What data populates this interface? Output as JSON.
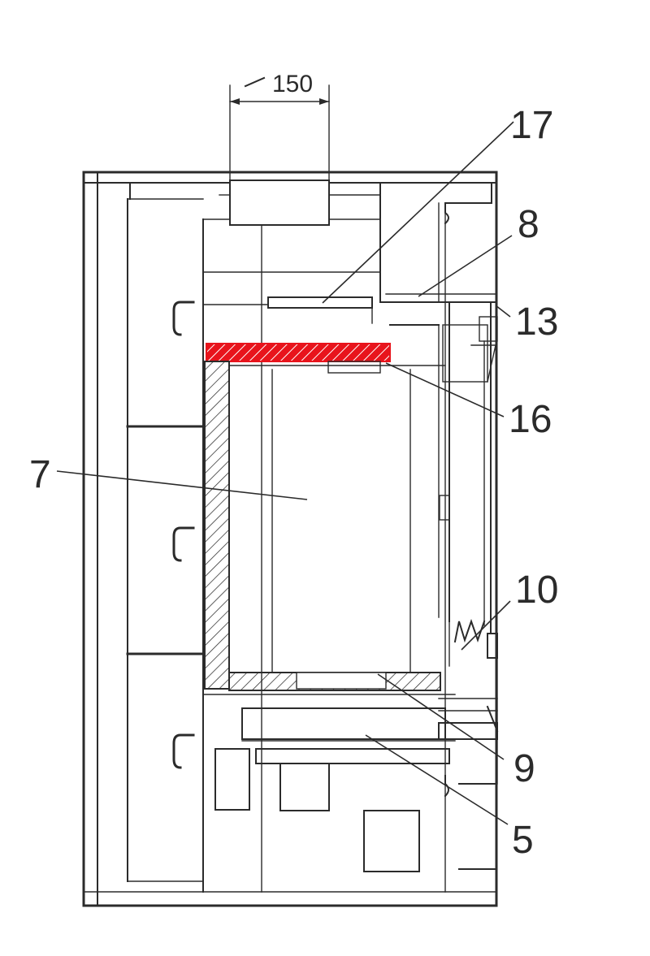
{
  "dimension": {
    "text": "150"
  },
  "callouts": [
    {
      "id": "17",
      "text": "17"
    },
    {
      "id": "8",
      "text": "8"
    },
    {
      "id": "13",
      "text": "13"
    },
    {
      "id": "16",
      "text": "16"
    },
    {
      "id": "7",
      "text": "7"
    },
    {
      "id": "10",
      "text": "10"
    },
    {
      "id": "9",
      "text": "9"
    },
    {
      "id": "5",
      "text": "5"
    }
  ],
  "colors": {
    "line": "#2b2b2b",
    "highlight": "#e8141c",
    "background": "#ffffff"
  }
}
